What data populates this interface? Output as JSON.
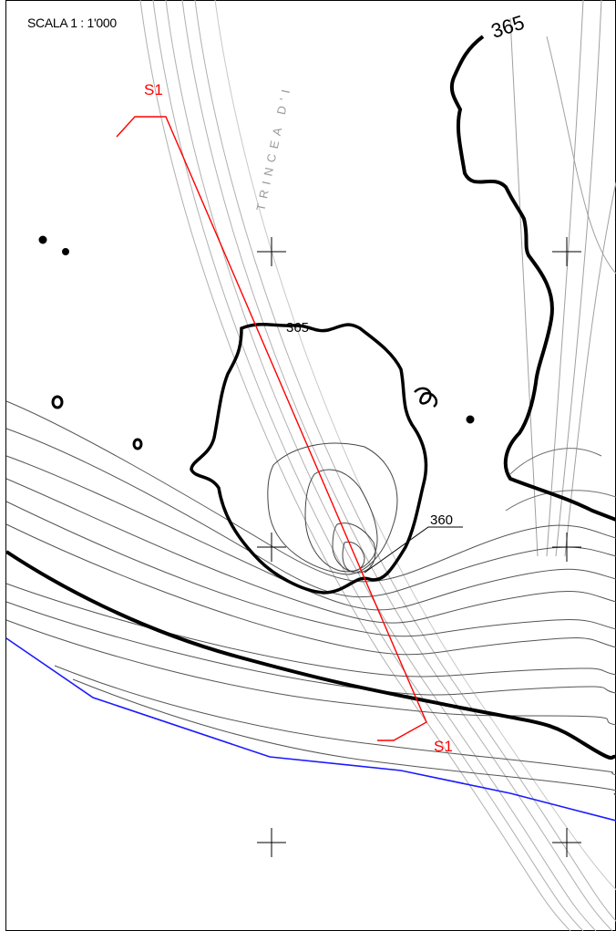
{
  "scale_label": "SCALA 1 : 1'000",
  "section": {
    "label_top": "S1",
    "label_bottom": "S1",
    "color": "#ff0000"
  },
  "contours": {
    "label_365_center": "365",
    "label_365_top": "365",
    "label_360": "360"
  },
  "trench_label": "TRINCEA D'I",
  "colors": {
    "boundary_line": "#1a1aff",
    "index_contour": "#000000",
    "minor_contour": "#555555",
    "road_lines": "#b0b0b0"
  }
}
